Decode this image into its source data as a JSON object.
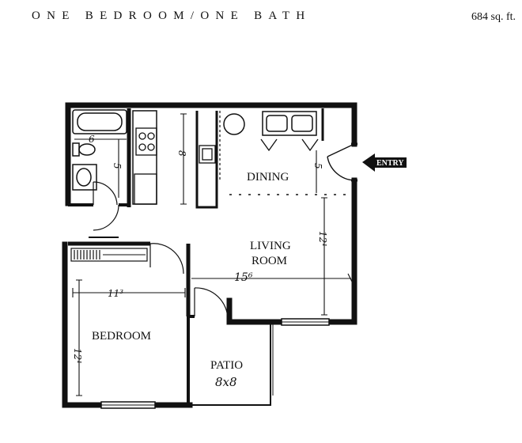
{
  "header": {
    "title": "ONE BEDROOM/ONE BATH",
    "area": "684 sq. ft."
  },
  "rooms": {
    "dining": "DINING",
    "living_line1": "LIVING",
    "living_line2": "ROOM",
    "bedroom": "BEDROOM",
    "patio": "PATIO",
    "patio_size": "8x8"
  },
  "entry": {
    "label": "ENTRY"
  },
  "dimensions": {
    "living_width": "15⁶",
    "living_depth": "12¹",
    "bedroom_width": "11³",
    "bedroom_depth": "12¹",
    "kitchen_width": "8",
    "dining_depth": "5",
    "bath_width": "6",
    "bath_depth": "5"
  },
  "colors": {
    "wall": "#111111",
    "paper": "#ffffff"
  }
}
